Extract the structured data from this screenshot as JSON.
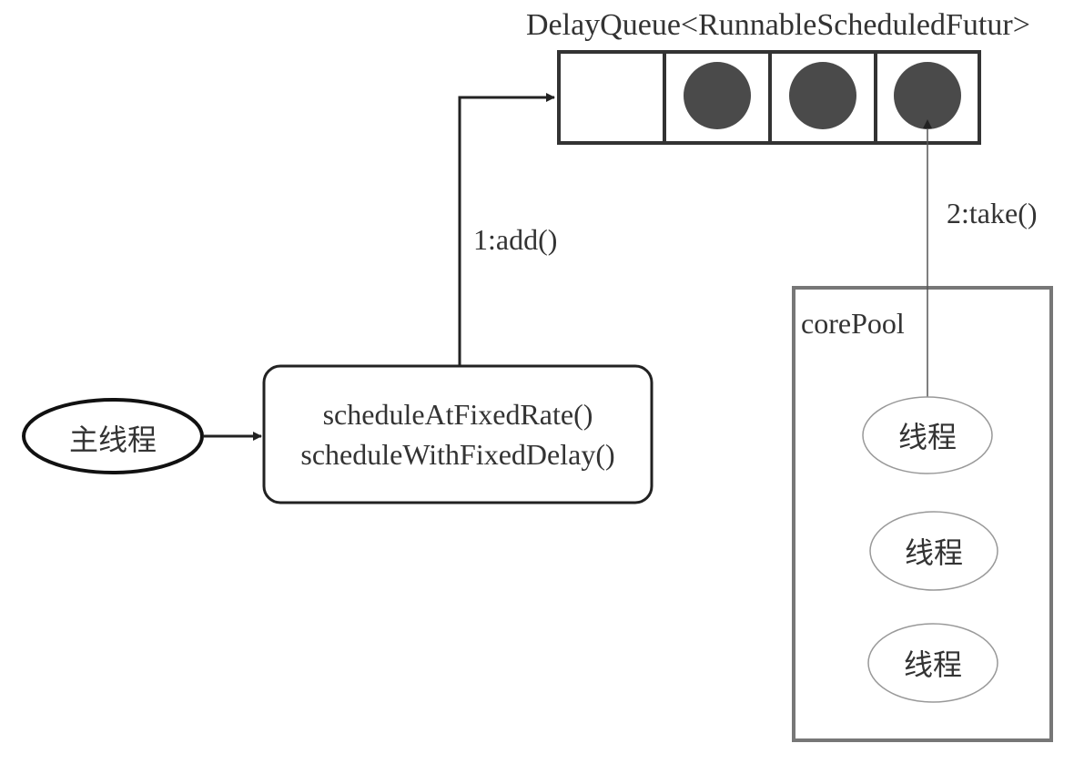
{
  "queue": {
    "title": "DelayQueue<RunnableScheduledFutur>",
    "slots": [
      {
        "filled": false
      },
      {
        "filled": true
      },
      {
        "filled": true
      },
      {
        "filled": true
      }
    ]
  },
  "main_thread": {
    "label": "主线程"
  },
  "methods": {
    "line1": "scheduleAtFixedRate()",
    "line2": "scheduleWithFixedDelay()"
  },
  "edges": {
    "add_label": "1:add()",
    "take_label": "2:take()"
  },
  "pool": {
    "label": "corePool",
    "threads": [
      "线程",
      "线程",
      "线程"
    ]
  },
  "colors": {
    "line": "#222222",
    "text": "#333333",
    "item_fill": "#4a4a4a",
    "pool_border": "#777777",
    "thread_border": "#999999"
  }
}
